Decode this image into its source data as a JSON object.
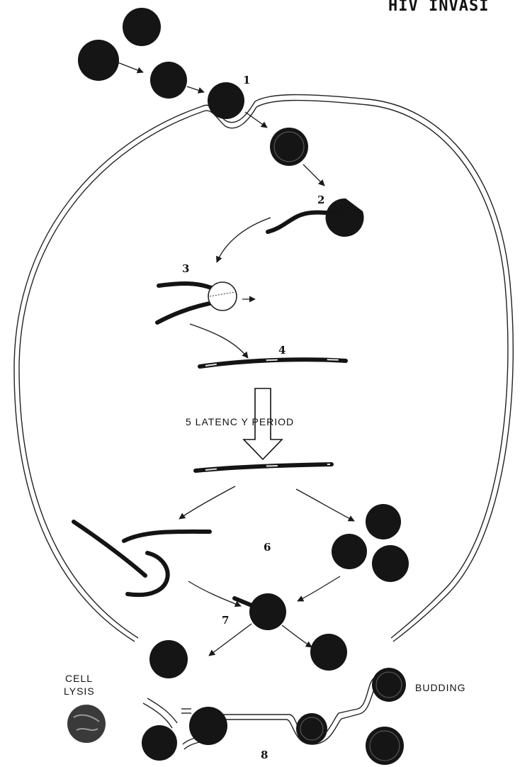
{
  "title": "HIV INVASI",
  "steps": {
    "s1": "1",
    "s2": "2",
    "s3": "3",
    "s4": "4",
    "s5": "5 LATENC Y PERIOD",
    "s6": "6",
    "s7": "7",
    "s8": "8"
  },
  "labels": {
    "cell_lysis_line1": "CELL",
    "cell_lysis_line2": "LYSIS",
    "budding": "BUDDING"
  },
  "colors": {
    "ink": "#151515",
    "background": "#ffffff"
  }
}
